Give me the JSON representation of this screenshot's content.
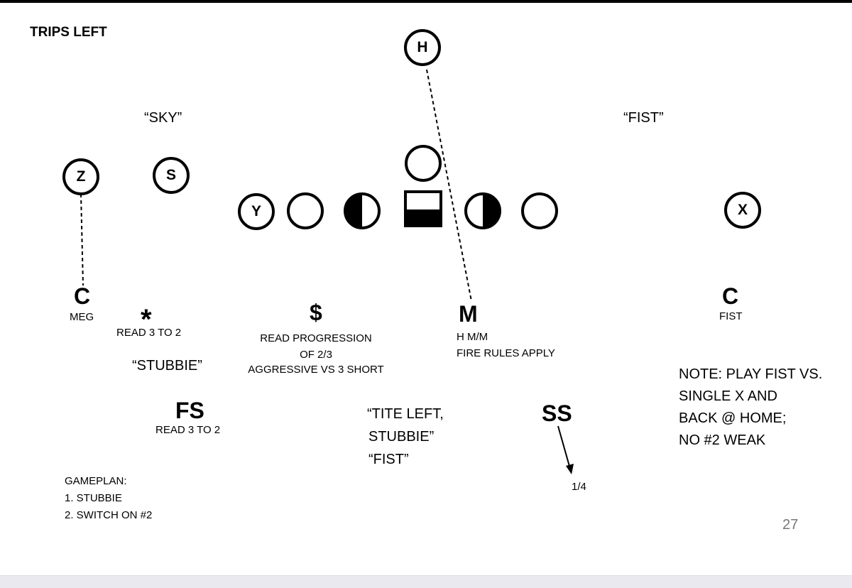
{
  "title": "TRIPS LEFT",
  "calls": {
    "sky": "“SKY”",
    "fist": "“FIST”",
    "stubbie": "“STUBBIE”",
    "tite_left": [
      "“TITE LEFT,",
      "STUBBIE”",
      "“FIST”"
    ]
  },
  "offense": {
    "h": "H",
    "z": "Z",
    "s": "S",
    "y": "Y",
    "x": "X"
  },
  "defenders": {
    "c_left": {
      "symbol": "C",
      "note": "MEG"
    },
    "star": {
      "symbol": "*",
      "note": "READ 3 TO 2"
    },
    "dollar": {
      "symbol": "$",
      "note": [
        "READ PROGRESSION",
        "OF 2/3",
        "AGGRESSIVE VS 3 SHORT"
      ]
    },
    "mike": {
      "symbol": "M",
      "note": [
        "H M/M",
        "FIRE RULES APPLY"
      ]
    },
    "c_right": {
      "symbol": "C",
      "note": "FIST"
    },
    "fs": {
      "symbol": "FS",
      "note": "READ 3 TO 2"
    },
    "ss": {
      "symbol": "SS",
      "note": "1/4"
    }
  },
  "note": [
    "NOTE: PLAY FIST VS.",
    "SINGLE X AND",
    "BACK @ HOME;",
    "NO #2 WEAK"
  ],
  "gameplan": [
    "GAMEPLAN:",
    "1. STUBBIE",
    "2. SWITCH ON #2"
  ],
  "page_number": "27"
}
